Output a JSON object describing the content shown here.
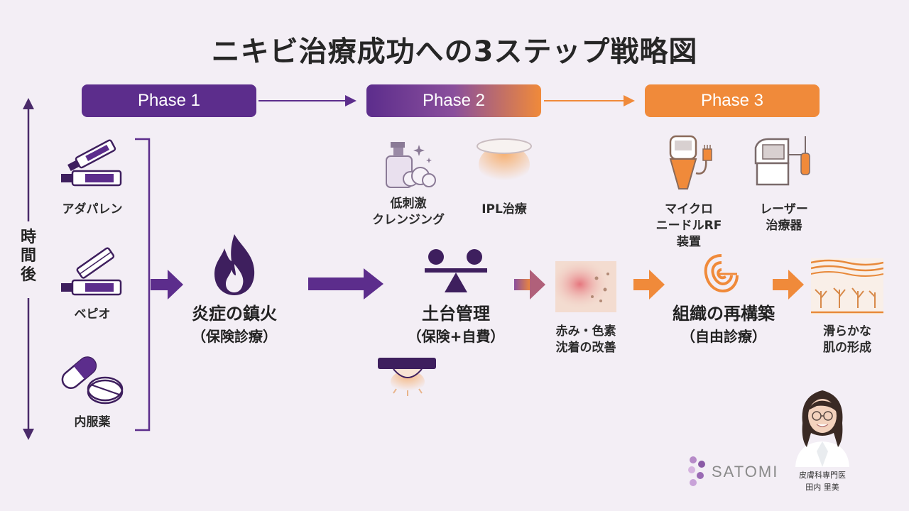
{
  "title": "ニキビ治療成功への3ステップ戦略図",
  "time_axis_label": [
    "時",
    "間",
    "後"
  ],
  "phases": [
    {
      "label": "Phase 1",
      "color": "#5c2d8c"
    },
    {
      "label": "Phase 2",
      "color": "#8a4f9c"
    },
    {
      "label": "Phase 3",
      "color": "#f08a3a"
    }
  ],
  "phase1": {
    "treatments": [
      "アダパレン",
      "ベピオ",
      "内服薬"
    ],
    "goal_title": "炎症の鎮火",
    "goal_sub": "（保険診療）"
  },
  "phase2": {
    "tools": [
      {
        "lines": [
          "低刺激",
          "クレンジング"
        ],
        "icon": "cleanser-bottle-icon"
      },
      {
        "lines": [
          "IPL治療"
        ],
        "icon": "ipl-lamp-icon"
      }
    ],
    "goal_title": "土台管理",
    "goal_sub": "（保険+自費）",
    "result_lines": [
      "赤み・色素",
      "沈着の改善"
    ]
  },
  "phase3": {
    "tools": [
      {
        "lines": [
          "マイクロ",
          "ニードルRF",
          "装置"
        ],
        "icon": "microneedle-rf-icon"
      },
      {
        "lines": [
          "レーザー",
          "治療器"
        ],
        "icon": "laser-device-icon"
      }
    ],
    "goal_title": "組織の再構築",
    "goal_sub": "（自由診療）",
    "result_lines": [
      "滑らかな",
      "肌の形成"
    ]
  },
  "branding": {
    "logo_text": "SATOMI",
    "doctor_title": "皮膚科専門医",
    "doctor_name": "田内 里美"
  },
  "colors": {
    "purple": "#5c2d8c",
    "orange": "#f08a3a",
    "background": "#f3eef5"
  }
}
